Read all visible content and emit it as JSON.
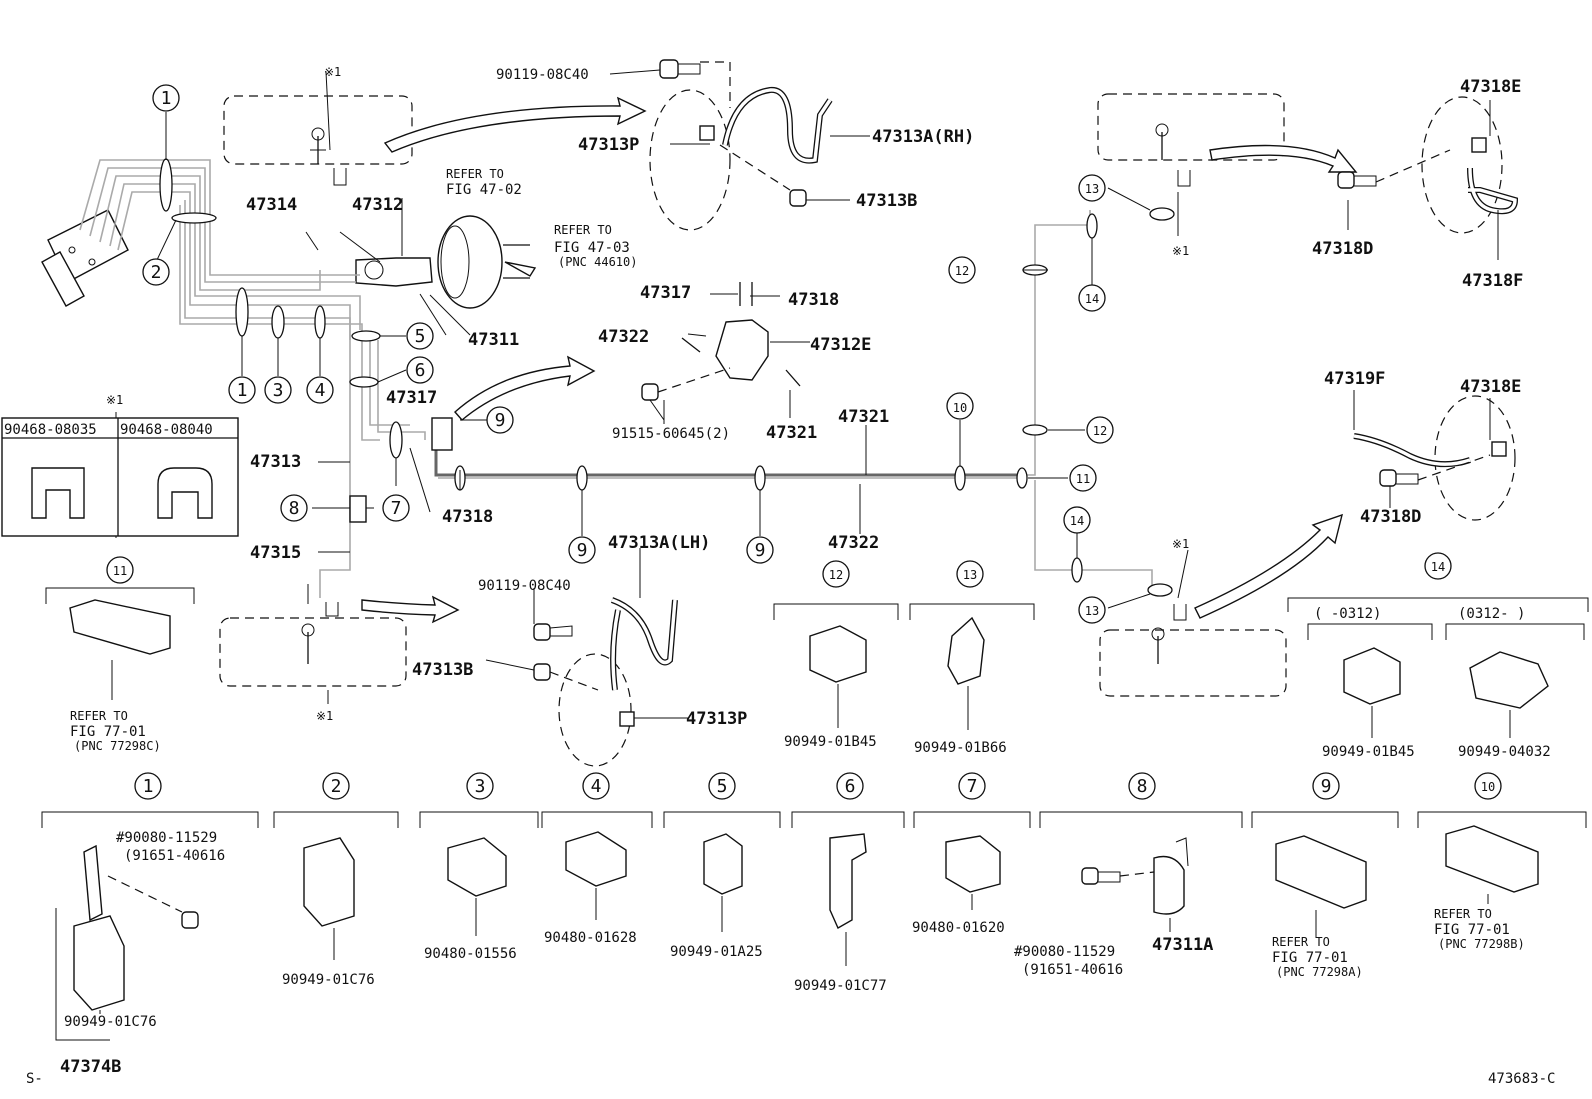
{
  "callouts": {
    "c1": "1",
    "c2": "2",
    "c3": "3",
    "c4": "4",
    "c5": "5",
    "c6": "6",
    "c7": "7",
    "c8": "8",
    "c9": "9",
    "c10": "10",
    "c11": "11",
    "c12": "12",
    "c13": "13",
    "c14": "14"
  },
  "parts": {
    "p90119_top": "90119-08C40",
    "p47313P_top": "47313P",
    "p47313A_RH": "47313A(RH)",
    "p47313B_top": "47313B",
    "p47314": "47314",
    "p47312": "47312",
    "p47311": "47311",
    "p47317_top": "47317",
    "p47318_top": "47318",
    "p47322_top": "47322",
    "p47312E": "47312E",
    "p91515": "91515-60645(2)",
    "p47321_a": "47321",
    "p47321_b": "47321",
    "p47317_mid": "47317",
    "p47318_mid": "47318",
    "p47313": "47313",
    "p47315": "47315",
    "p47322_bot": "47322",
    "p47313A_LH": "47313A(LH)",
    "p90119_bot": "90119-08C40",
    "p47313B_bot": "47313B",
    "p47313P_bot": "47313P",
    "p47318E_top": "47318E",
    "p47318D_top": "47318D",
    "p47318F": "47318F",
    "p47319F": "47319F",
    "p47318E_bot": "47318E",
    "p47318D_bot": "47318D",
    "shim_a": "90468-08035",
    "shim_b": "90468-08040",
    "p90949_01B45_a": "90949-01B45",
    "p90949_01B66": "90949-01B66",
    "p90949_01B45_b": "90949-01B45",
    "p90949_04032": "90949-04032",
    "range_a": "(    -0312)",
    "range_b": "(0312-     )",
    "p90080_a": "#90080-11529",
    "p91651_a": "(91651-40616",
    "p90949_01C76_a": "90949-01C76",
    "p47374B": "47374B",
    "p90949_01C76_b": "90949-01C76",
    "p90480_01556": "90480-01556",
    "p90480_01628": "90480-01628",
    "p90949_01A25": "90949-01A25",
    "p90949_01C77": "90949-01C77",
    "p90480_01620": "90480-01620",
    "p90080_b": "#90080-11529",
    "p91651_b": "(91651-40616",
    "p47311A": "47311A"
  },
  "refs": {
    "ref47_02_a": "REFER TO",
    "ref47_02_b": "FIG 47-02",
    "ref47_03_a": "REFER TO",
    "ref47_03_b": "FIG 47-03",
    "ref47_03_c": "(PNC 44610)",
    "ref77_c_a": "REFER TO",
    "ref77_c_b": "FIG 77-01",
    "ref77_c_c": "(PNC 77298C)",
    "ref77_a_a": "REFER TO",
    "ref77_a_b": "FIG 77-01",
    "ref77_a_c": "(PNC 77298A)",
    "ref77_b_a": "REFER TO",
    "ref77_b_b": "FIG 77-01",
    "ref77_b_c": "(PNC 77298B)"
  },
  "notes": {
    "star1_a": "※1",
    "star1_b": "※1",
    "star1_c": "※1",
    "star1_d": "※1",
    "star1_e": "※1"
  },
  "footer": {
    "left": "S-",
    "right": "473683-C"
  }
}
